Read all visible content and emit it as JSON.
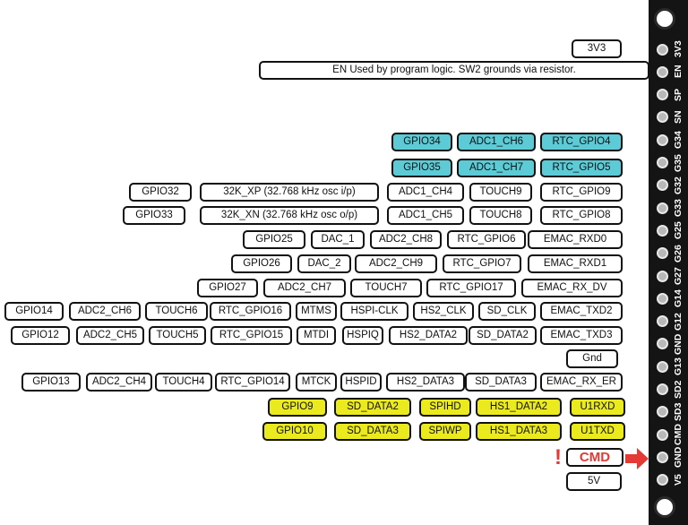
{
  "colors": {
    "teal": "#5ccbd6",
    "yellow": "#eaea1e",
    "alert_red": "#e53935",
    "header_bg": "#141414"
  },
  "header_pins": [
    "3V3",
    "EN",
    "SP",
    "SN",
    "G34",
    "G35",
    "G32",
    "G33",
    "G25",
    "G26",
    "G27",
    "G14",
    "G12",
    "GND",
    "G13",
    "SD2",
    "SD3",
    "CMD",
    "GND",
    "V5"
  ],
  "alert": {
    "mark": "!",
    "arrow_icon": "red-right-arrow-icon"
  },
  "labels": [
    {
      "text": "3V3",
      "row": 0,
      "col": 0,
      "style": "plain"
    },
    {
      "text": "EN Used by program logic. SW2 grounds via resistor.",
      "row": 1,
      "col": 0,
      "style": "plain"
    },
    {
      "text": "GPIO34",
      "row": 2,
      "col": 3,
      "style": "teal"
    },
    {
      "text": "ADC1_CH6",
      "row": 2,
      "col": 2,
      "style": "teal"
    },
    {
      "text": "RTC_GPIO4",
      "row": 2,
      "col": 1,
      "style": "teal"
    },
    {
      "text": "GPIO35",
      "row": 3,
      "col": 3,
      "style": "teal"
    },
    {
      "text": "ADC1_CH7",
      "row": 3,
      "col": 2,
      "style": "teal"
    },
    {
      "text": "RTC_GPIO5",
      "row": 3,
      "col": 1,
      "style": "teal"
    },
    {
      "text": "GPIO32",
      "row": 4,
      "col": 5,
      "style": "plain"
    },
    {
      "text": "32K_XP (32.768 kHz osc i/p)",
      "row": 4,
      "col": 4,
      "style": "plain"
    },
    {
      "text": "ADC1_CH4",
      "row": 4,
      "col": 3,
      "style": "plain"
    },
    {
      "text": "TOUCH9",
      "row": 4,
      "col": 2,
      "style": "plain"
    },
    {
      "text": "RTC_GPIO9",
      "row": 4,
      "col": 1,
      "style": "plain"
    },
    {
      "text": "GPIO33",
      "row": 5,
      "col": 5,
      "style": "plain"
    },
    {
      "text": "32K_XN (32.768 kHz osc o/p)",
      "row": 5,
      "col": 4,
      "style": "plain"
    },
    {
      "text": "ADC1_CH5",
      "row": 5,
      "col": 3,
      "style": "plain"
    },
    {
      "text": "TOUCH8",
      "row": 5,
      "col": 2,
      "style": "plain"
    },
    {
      "text": "RTC_GPIO8",
      "row": 5,
      "col": 1,
      "style": "plain"
    },
    {
      "text": "GPIO25",
      "row": 6,
      "col": 5,
      "style": "plain"
    },
    {
      "text": "DAC_1",
      "row": 6,
      "col": 4,
      "style": "plain"
    },
    {
      "text": "ADC2_CH8",
      "row": 6,
      "col": 3,
      "style": "plain"
    },
    {
      "text": "RTC_GPIO6",
      "row": 6,
      "col": 2,
      "style": "plain"
    },
    {
      "text": "EMAC_RXD0",
      "row": 6,
      "col": 1,
      "style": "plain"
    },
    {
      "text": "GPIO26",
      "row": 7,
      "col": 5,
      "style": "plain"
    },
    {
      "text": "DAC_2",
      "row": 7,
      "col": 4,
      "style": "plain"
    },
    {
      "text": "ADC2_CH9",
      "row": 7,
      "col": 3,
      "style": "plain"
    },
    {
      "text": "RTC_GPIO7",
      "row": 7,
      "col": 2,
      "style": "plain"
    },
    {
      "text": "EMAC_RXD1",
      "row": 7,
      "col": 1,
      "style": "plain"
    },
    {
      "text": "GPIO27",
      "row": 8,
      "col": 5,
      "style": "plain"
    },
    {
      "text": "ADC2_CH7",
      "row": 8,
      "col": 4,
      "style": "plain"
    },
    {
      "text": "TOUCH7",
      "row": 8,
      "col": 3,
      "style": "plain"
    },
    {
      "text": "RTC_GPIO17",
      "row": 8,
      "col": 2,
      "style": "plain"
    },
    {
      "text": "EMAC_RX_DV",
      "row": 8,
      "col": 1,
      "style": "plain"
    },
    {
      "text": "GPIO14",
      "row": 9,
      "col": 9,
      "style": "plain"
    },
    {
      "text": "ADC2_CH6",
      "row": 9,
      "col": 8,
      "style": "plain"
    },
    {
      "text": "TOUCH6",
      "row": 9,
      "col": 7,
      "style": "plain"
    },
    {
      "text": "RTC_GPIO16",
      "row": 9,
      "col": 6,
      "style": "plain"
    },
    {
      "text": "MTMS",
      "row": 9,
      "col": 5,
      "style": "plain"
    },
    {
      "text": "HSPI-CLK",
      "row": 9,
      "col": 4,
      "style": "plain"
    },
    {
      "text": "HS2_CLK",
      "row": 9,
      "col": 3,
      "style": "plain"
    },
    {
      "text": "SD_CLK",
      "row": 9,
      "col": 2,
      "style": "plain"
    },
    {
      "text": "EMAC_TXD2",
      "row": 9,
      "col": 1,
      "style": "plain"
    },
    {
      "text": "GPIO12",
      "row": 10,
      "col": 9,
      "style": "plain"
    },
    {
      "text": "ADC2_CH5",
      "row": 10,
      "col": 8,
      "style": "plain"
    },
    {
      "text": "TOUCH5",
      "row": 10,
      "col": 7,
      "style": "plain"
    },
    {
      "text": "RTC_GPIO15",
      "row": 10,
      "col": 6,
      "style": "plain"
    },
    {
      "text": "MTDI",
      "row": 10,
      "col": 5,
      "style": "plain"
    },
    {
      "text": "HSPIQ",
      "row": 10,
      "col": 4,
      "style": "plain"
    },
    {
      "text": "HS2_DATA2",
      "row": 10,
      "col": 3,
      "style": "plain"
    },
    {
      "text": "SD_DATA2",
      "row": 10,
      "col": 2,
      "style": "plain"
    },
    {
      "text": "EMAC_TXD3",
      "row": 10,
      "col": 1,
      "style": "plain"
    },
    {
      "text": "Gnd",
      "row": 11,
      "col": 0,
      "style": "plain"
    },
    {
      "text": "GPIO13",
      "row": 12,
      "col": 9,
      "style": "plain"
    },
    {
      "text": "ADC2_CH4",
      "row": 12,
      "col": 8,
      "style": "plain"
    },
    {
      "text": "TOUCH4",
      "row": 12,
      "col": 7,
      "style": "plain"
    },
    {
      "text": "RTC_GPIO14",
      "row": 12,
      "col": 6,
      "style": "plain"
    },
    {
      "text": "MTCK",
      "row": 12,
      "col": 5,
      "style": "plain"
    },
    {
      "text": "HSPID",
      "row": 12,
      "col": 4,
      "style": "plain"
    },
    {
      "text": "HS2_DATA3",
      "row": 12,
      "col": 3,
      "style": "plain"
    },
    {
      "text": "SD_DATA3",
      "row": 12,
      "col": 2,
      "style": "plain"
    },
    {
      "text": "EMAC_RX_ER",
      "row": 12,
      "col": 1,
      "style": "plain"
    },
    {
      "text": "GPIO9",
      "row": 13,
      "col": 5,
      "style": "yellow"
    },
    {
      "text": "SD_DATA2",
      "row": 13,
      "col": 4,
      "style": "yellow"
    },
    {
      "text": "SPIHD",
      "row": 13,
      "col": 3,
      "style": "yellow"
    },
    {
      "text": "HS1_DATA2",
      "row": 13,
      "col": 2,
      "style": "yellow"
    },
    {
      "text": "U1RXD",
      "row": 13,
      "col": 1,
      "style": "yellow"
    },
    {
      "text": "GPIO10",
      "row": 14,
      "col": 5,
      "style": "yellow"
    },
    {
      "text": "SD_DATA3",
      "row": 14,
      "col": 4,
      "style": "yellow"
    },
    {
      "text": "SPIWP",
      "row": 14,
      "col": 3,
      "style": "yellow"
    },
    {
      "text": "HS1_DATA3",
      "row": 14,
      "col": 2,
      "style": "yellow"
    },
    {
      "text": "U1TXD",
      "row": 14,
      "col": 1,
      "style": "yellow"
    },
    {
      "text": "CMD",
      "row": 15,
      "col": 0,
      "style": "cmd"
    },
    {
      "text": "5V",
      "row": 16,
      "col": 0,
      "style": "plain"
    }
  ]
}
